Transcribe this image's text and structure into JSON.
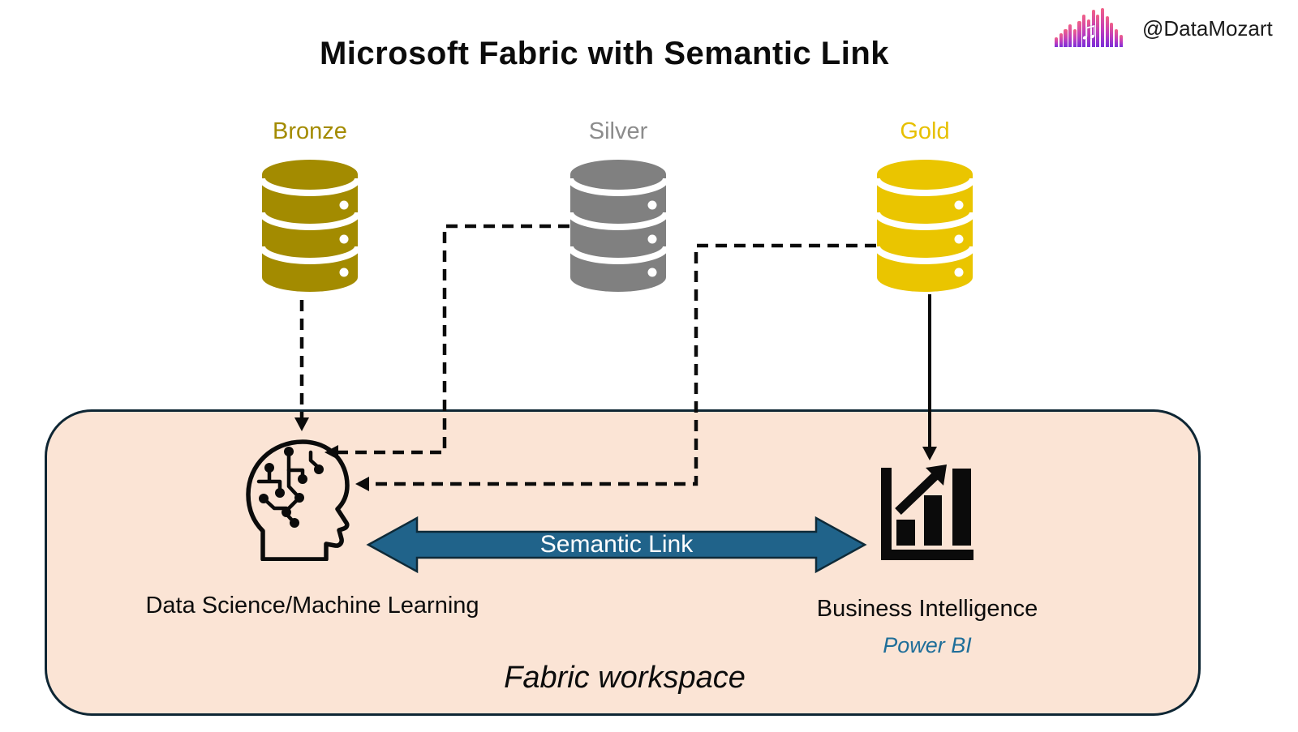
{
  "title": "Microsoft Fabric with Semantic Link",
  "logo": {
    "handle": "@DataMozart",
    "note_icon": "♫",
    "gradient_top": "#f26186",
    "gradient_bottom": "#7a2ed8"
  },
  "medallion": {
    "bronze": {
      "label": "Bronze",
      "color": "#a38b00"
    },
    "silver": {
      "label": "Silver",
      "color": "#808080"
    },
    "gold": {
      "label": "Gold",
      "color": "#eac500"
    }
  },
  "workspace": {
    "label": "Fabric workspace",
    "fill": "#fbe4d5",
    "border_color": "#0e2634",
    "data_science": {
      "label": "Data Science/Machine Learning"
    },
    "business_intelligence": {
      "label": "Business Intelligence",
      "sub_label": "Power BI",
      "sub_color": "#1f6e99"
    },
    "semantic_link": {
      "label": "Semantic Link",
      "arrow_color": "#20638a",
      "arrow_border": "#0e2a38"
    }
  },
  "icons": {
    "bronze_db": "database-cylinder",
    "silver_db": "database-cylinder",
    "gold_db": "database-cylinder",
    "data_science": "ai-head-circuit",
    "business_intelligence": "bar-chart-growth"
  }
}
